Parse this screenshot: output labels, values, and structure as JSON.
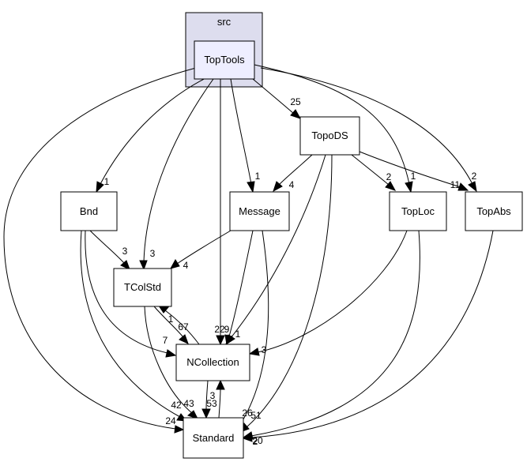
{
  "cluster": {
    "label": "src"
  },
  "nodes": {
    "toptools": "TopTools",
    "topods": "TopoDS",
    "bnd": "Bnd",
    "message": "Message",
    "toploc": "TopLoc",
    "topabs": "TopAbs",
    "tcolstd": "TColStd",
    "ncollection": "NCollection",
    "standard": "Standard"
  },
  "edge_labels": {
    "toptools_topods": "25",
    "toptools_bnd": "1",
    "toptools_message": "1",
    "toptools_toploc": "1",
    "toptools_topabs": "2",
    "toptools_tcolstd": "3",
    "toptools_ncollection": "22",
    "toptools_standard": "24",
    "topods_message": "4",
    "topods_toploc": "2",
    "topods_topabs": "11",
    "topods_ncollection": "9",
    "topods_standard": "26",
    "bnd_tcolstd": "3",
    "bnd_ncollection": "7",
    "bnd_standard": "42",
    "message_tcolstd": "4",
    "message_ncollection": "1",
    "message_standard": "51",
    "toploc_ncollection": "3",
    "toploc_standard": "20",
    "topabs_standard": "2",
    "tcolstd_ncollection": "67",
    "tcolstd_standard": "43",
    "ncollection_tcolstd": "1",
    "ncollection_standard": "53",
    "standard_ncollection": "3"
  }
}
